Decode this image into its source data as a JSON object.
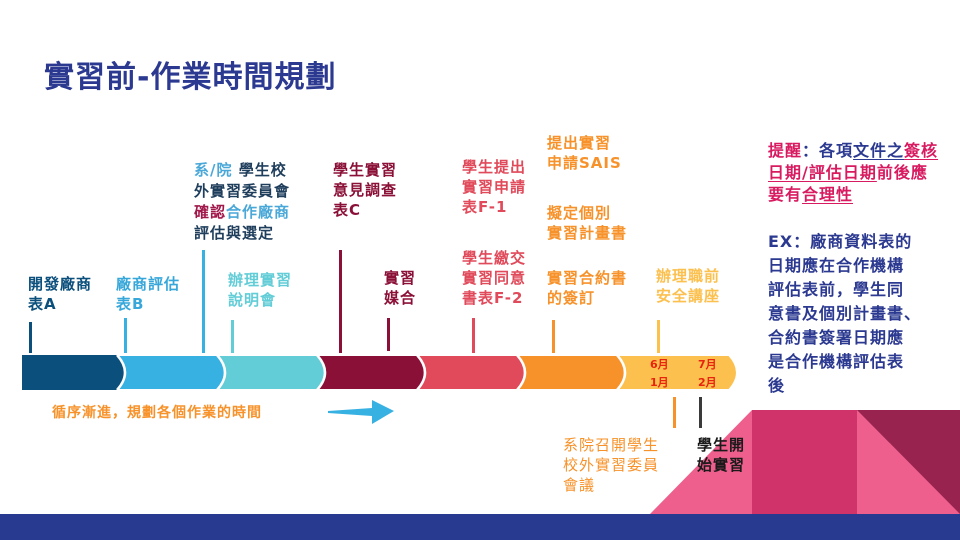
{
  "slide": {
    "title": "實習前-作業時間規劃"
  },
  "timeline": {
    "segment_colors": [
      "#0B4F7C",
      "#37B0E2",
      "#63CDD7",
      "#8B1038",
      "#E04A5A",
      "#F7922A",
      "#FCC04F"
    ],
    "months": {
      "top": [
        "6月",
        "7月"
      ],
      "bottom": [
        "1月",
        "2月"
      ]
    },
    "flow_caption": "循序漸進，規劃各個作業的時間"
  },
  "labels": {
    "dev_vendor": [
      "開發廠商",
      "表A"
    ],
    "vendor_eval": [
      "廠商評估",
      "表B"
    ],
    "committee": {
      "line1_a": "系",
      "line1_b": "/",
      "line1_c": "院",
      "line1_d": " 學生校",
      "line2": "外實習委員會",
      "line3_a": "確認",
      "line3_b": "合作廠商",
      "line4": "評估與選定"
    },
    "orientation": [
      "辦理實習",
      "說明會"
    ],
    "survey": [
      "學生實習",
      "意見調查",
      "表C"
    ],
    "matching": [
      "實習",
      "媒合"
    ],
    "apply_form": [
      "學生提出",
      "實習申請",
      "表F-1"
    ],
    "consent_form": [
      "學生繳交",
      "實習同意",
      "書表F-2"
    ],
    "sais": [
      "提出實習",
      "申請SAIS"
    ],
    "plan": [
      "擬定個別",
      "實習計畫書"
    ],
    "contract": [
      "實習合約書",
      "的簽訂"
    ],
    "safety": [
      "辦理職前",
      "安全講座"
    ],
    "meeting": [
      "系院召開學生",
      "校外實習委員",
      "會議"
    ],
    "start": [
      "學生開",
      "始實習"
    ]
  },
  "reminder": {
    "l1_a": "提醒",
    "l1_b": "：各項",
    "l1_c": "文件之",
    "l1_d": "簽核",
    "l2_a": "日期/評估日期",
    "l2_b": "前後應",
    "l3_a": "要有",
    "l3_b": "合理性"
  },
  "example": {
    "lines": [
      "EX：廠商資料表的",
      "日期應在合作機構",
      "評估表前，學生同",
      "意書及個別計畫書、",
      "合約書簽署日期應",
      "是合作機構評估表",
      "後"
    ]
  },
  "colors": {
    "title": "#2B3990",
    "footer": "#283A8F",
    "deco_pink": "#EE5F8E",
    "deco_magenta": "#D0326A",
    "deco_maroon": "#98234F"
  }
}
